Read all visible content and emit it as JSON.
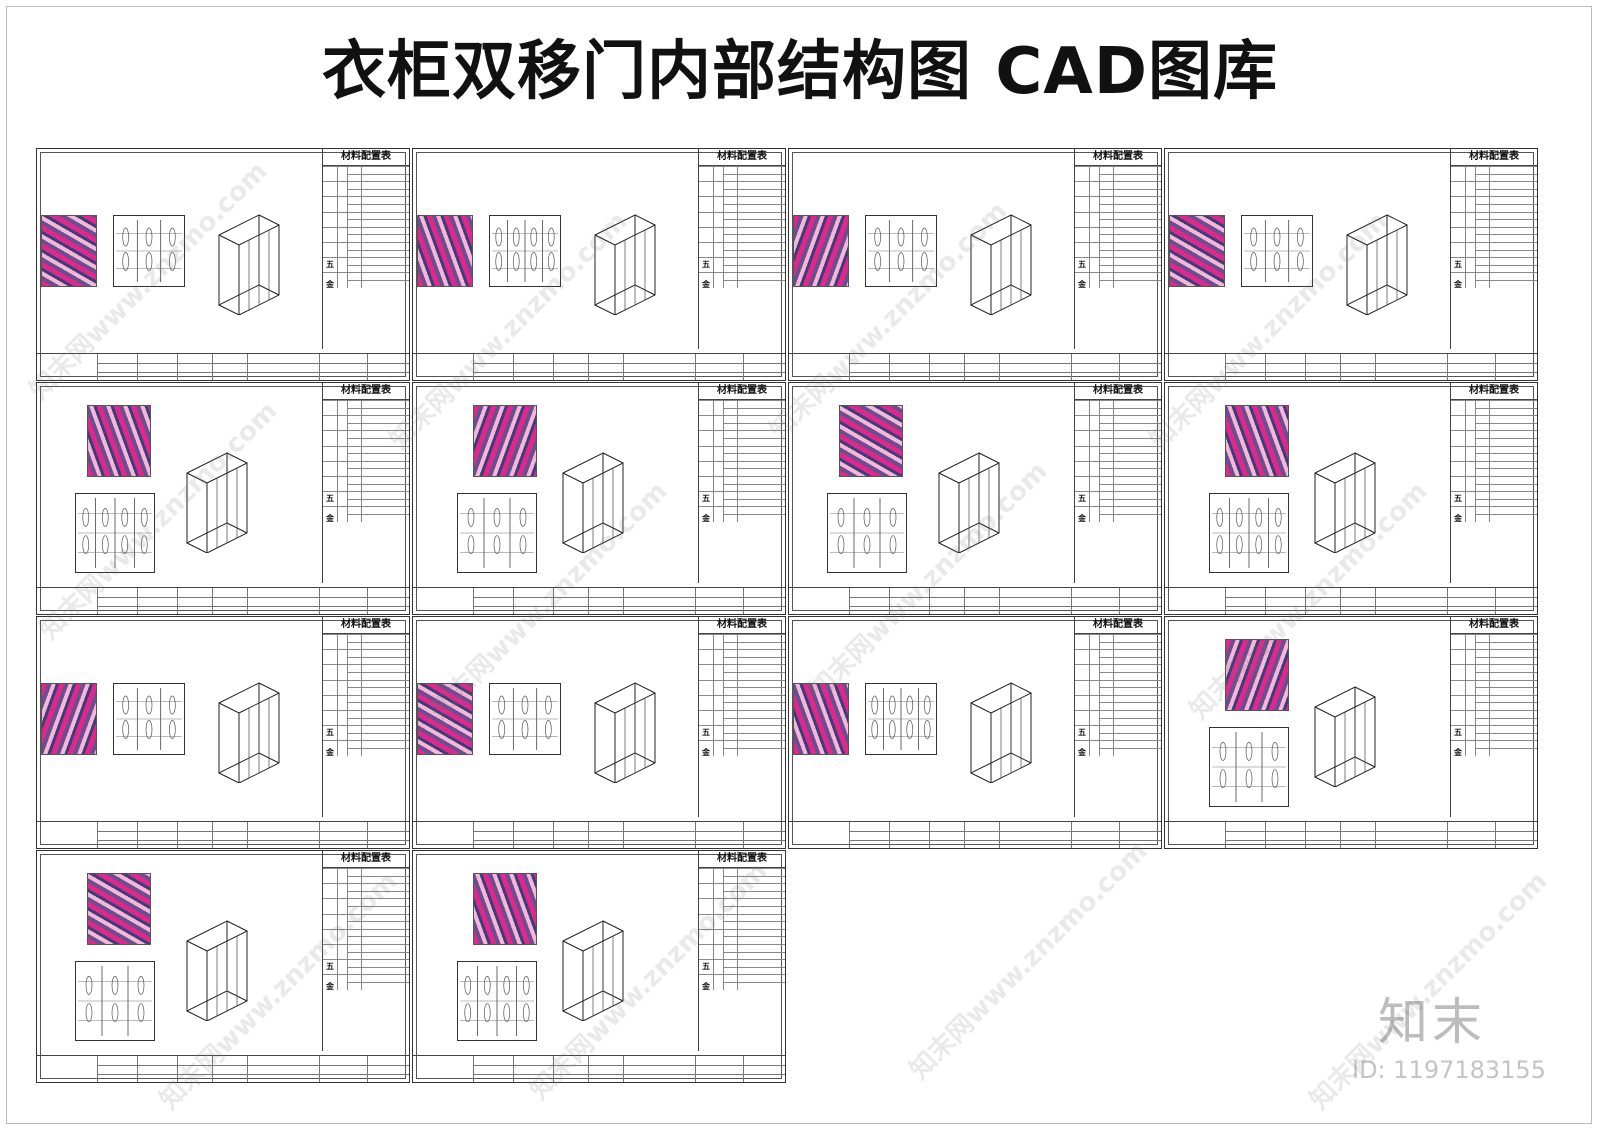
{
  "page_title": "衣柜双移门内部结构图 CAD图库",
  "sheet_template": {
    "material_table_title": "材料配置表",
    "hardware_char_1": "五",
    "hardware_char_2": "金"
  },
  "sheets": [
    {
      "id": 1,
      "row": 0,
      "col": 0
    },
    {
      "id": 2,
      "row": 0,
      "col": 1
    },
    {
      "id": 3,
      "row": 0,
      "col": 2
    },
    {
      "id": 4,
      "row": 0,
      "col": 3
    },
    {
      "id": 5,
      "row": 1,
      "col": 0
    },
    {
      "id": 6,
      "row": 1,
      "col": 1
    },
    {
      "id": 7,
      "row": 1,
      "col": 2
    },
    {
      "id": 8,
      "row": 1,
      "col": 3
    },
    {
      "id": 9,
      "row": 2,
      "col": 0
    },
    {
      "id": 10,
      "row": 2,
      "col": 1
    },
    {
      "id": 11,
      "row": 2,
      "col": 2
    },
    {
      "id": 12,
      "row": 2,
      "col": 3
    },
    {
      "id": 13,
      "row": 3,
      "col": 0
    },
    {
      "id": 14,
      "row": 3,
      "col": 1
    }
  ],
  "watermark": {
    "text": "知末网www.znzmo.com",
    "logo": "知末",
    "id_label": "ID: 1197183155"
  },
  "colors": {
    "line": "#333333",
    "photo_accent": "#e0288c",
    "watermark": "#bcbcbc"
  }
}
